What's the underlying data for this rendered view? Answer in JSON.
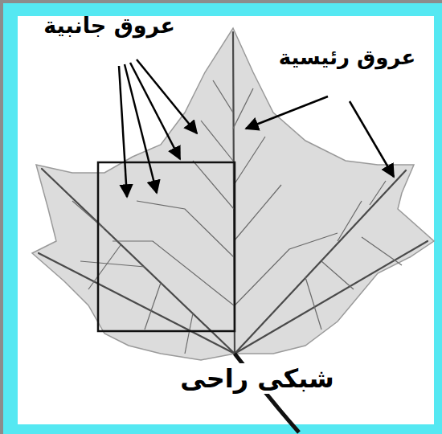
{
  "diagram": {
    "labels": [
      "عروق جانبية",
      "عروق رئيسية",
      "شبكى راحى"
    ]
  }
}
